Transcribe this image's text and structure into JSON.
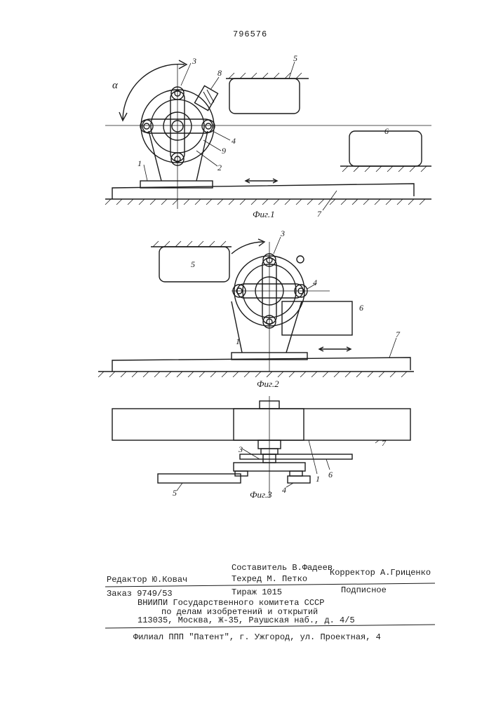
{
  "patent_number": "796576",
  "figures": {
    "fig1": {
      "caption": "Фиг.1",
      "labels": {
        "alpha": "α",
        "n3": "3",
        "n8": "8",
        "n5": "5",
        "n6": "6",
        "n4": "4",
        "n9": "9",
        "n2": "2",
        "n1": "1",
        "n7": "7"
      }
    },
    "fig2": {
      "caption": "Фиг.2",
      "labels": {
        "n3": "3",
        "n5": "5",
        "n4": "4",
        "n6": "6",
        "n1": "1",
        "n7": "7"
      }
    },
    "fig3": {
      "caption": "Фиг.3",
      "labels": {
        "n7": "7",
        "n3": "3",
        "n6": "6",
        "n1": "1",
        "n4": "4",
        "n5": "5"
      }
    }
  },
  "imprint": {
    "editor": "Редактор Ю.Ковач",
    "compiler": "Составитель В.Фадеев",
    "techred": "Техред М. Петко",
    "corrector": "Корректор А.Гриценко",
    "order": "Заказ 9749/53",
    "circulation": "Тираж 1015",
    "subscription": "Подписное",
    "org_line1": "ВНИИПИ Государственного комитета СССР",
    "org_line2": "по делам изобретений и открытий",
    "address": "113035, Москва, Ж-35, Раушская наб., д. 4/5",
    "branch": "Филиал ППП \"Патент\", г. Ужгород, ул. Проектная, 4"
  }
}
